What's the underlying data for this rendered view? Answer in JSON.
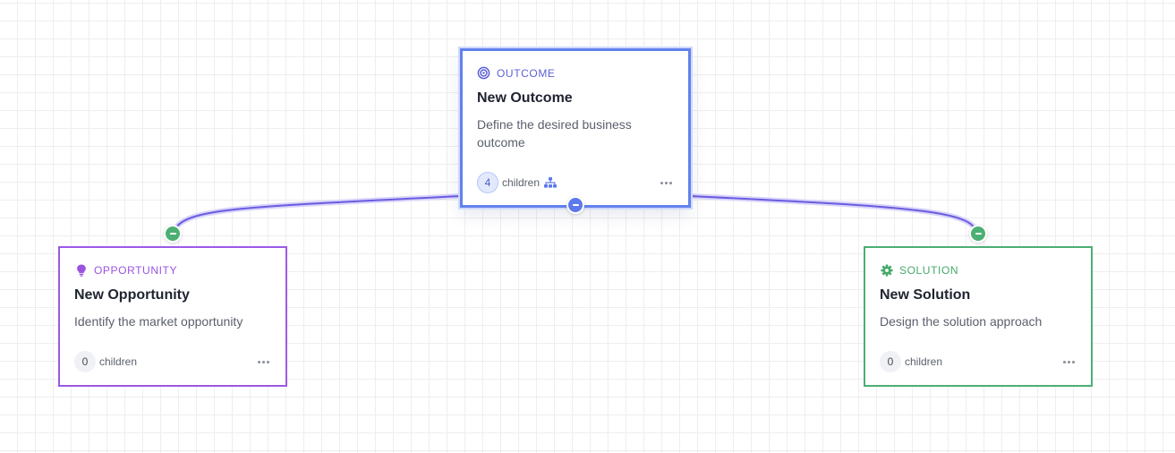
{
  "canvas": {
    "grid": true
  },
  "colors": {
    "outcome": "#6381ed",
    "opportunity": "#9b59e6",
    "solution": "#4caf73",
    "edge": "#6a5ce0"
  },
  "nodes": {
    "outcome": {
      "kind": "OUTCOME",
      "kind_icon": "target-icon",
      "title": "New Outcome",
      "description": "Define the desired business outcome",
      "children_count": "4",
      "children_label": "children",
      "children_icon": "hierarchy-icon",
      "menu_icon": "more-icon"
    },
    "opportunity": {
      "kind": "OPPORTUNITY",
      "kind_icon": "lightbulb-icon",
      "title": "New Opportunity",
      "description": "Identify the market opportunity",
      "children_count": "0",
      "children_label": "children",
      "menu_icon": "more-icon"
    },
    "solution": {
      "kind": "SOLUTION",
      "kind_icon": "gear-icon",
      "title": "New Solution",
      "description": "Design the solution approach",
      "children_count": "0",
      "children_label": "children",
      "menu_icon": "more-icon"
    }
  },
  "handles": {
    "outcome": {
      "icon": "collapse-icon"
    },
    "opportunity": {
      "icon": "collapse-icon"
    },
    "solution": {
      "icon": "collapse-icon"
    }
  }
}
